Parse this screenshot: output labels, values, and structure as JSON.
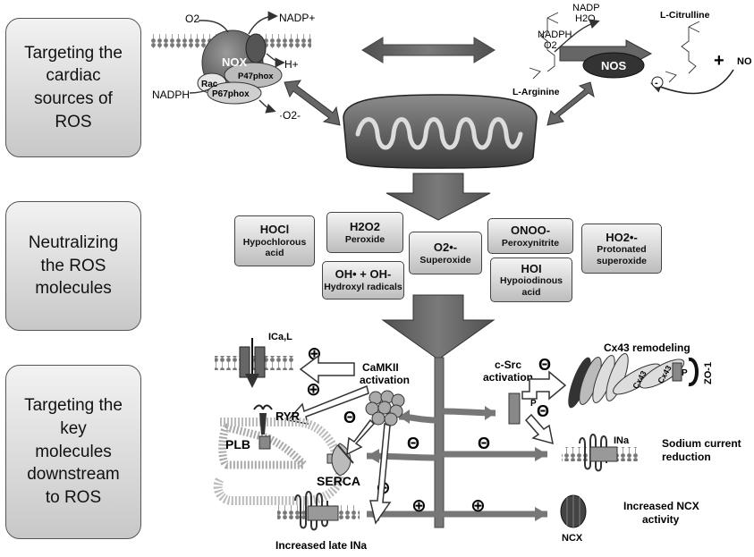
{
  "rows": [
    {
      "label": "Targeting the\ncardiac\nsources of\nROS"
    },
    {
      "label": "Neutralizing\nthe ROS\nmolecules"
    },
    {
      "label": "Targeting the\nkey\nmolecules\ndownstream\nto ROS"
    }
  ],
  "nox": {
    "o2": "O2",
    "nadp_plus": "NADP+",
    "nox": "NOX",
    "p47phox": "P47phox",
    "h_plus": "H+",
    "rac": "Rac",
    "p67phox": "P67phox",
    "nadph": "NADPH",
    "superoxide": "·O2-"
  },
  "nos": {
    "nadp": "NADP",
    "h2o": "H2O",
    "nadph": "NADPH",
    "o2": "O2",
    "nos": "NOS",
    "l_arginine": "L-Arginine",
    "l_citrulline": "L-Citrulline",
    "plus": "+",
    "no": "NO",
    "minus": "-"
  },
  "ros": [
    {
      "formula": "HOCl",
      "name": "Hypochlorous\nacid"
    },
    {
      "formula": "H2O2",
      "name": "Peroxide"
    },
    {
      "formula": "O2•-",
      "name": "Superoxide"
    },
    {
      "formula": "ONOO-",
      "name": "Peroxynitrite"
    },
    {
      "formula": "HO2•-",
      "name": "Protonated\nsuperoxide"
    },
    {
      "formula": "OH• + OH-",
      "name": "Hydroxyl radicals"
    },
    {
      "formula": "HOI",
      "name": "Hypoiodinous\nacid"
    }
  ],
  "downstream": {
    "ica_l": "ICa,L",
    "camkii": "CaMKII\nactivation",
    "ryr": "RYR",
    "plb": "PLB",
    "serca": "SERCA",
    "late_ina": "Increased late INa",
    "csrc": "c-Src\nactivation",
    "p": "P",
    "cx43_remodeling": "Cx43 remodeling",
    "cx43": "Cx43",
    "zo1": "ZO-1",
    "ina": "INa",
    "sodium_reduction": "Sodium current\nreduction",
    "ncx_activity": "Increased NCX\nactivity",
    "ncx": "NCX",
    "plus_sign": "⊕",
    "minus_sign": "Θ"
  },
  "colors": {
    "dark_gray": "#5a5a5a",
    "mid_gray": "#8a8a8a",
    "light_gray": "#d0d0d0"
  }
}
